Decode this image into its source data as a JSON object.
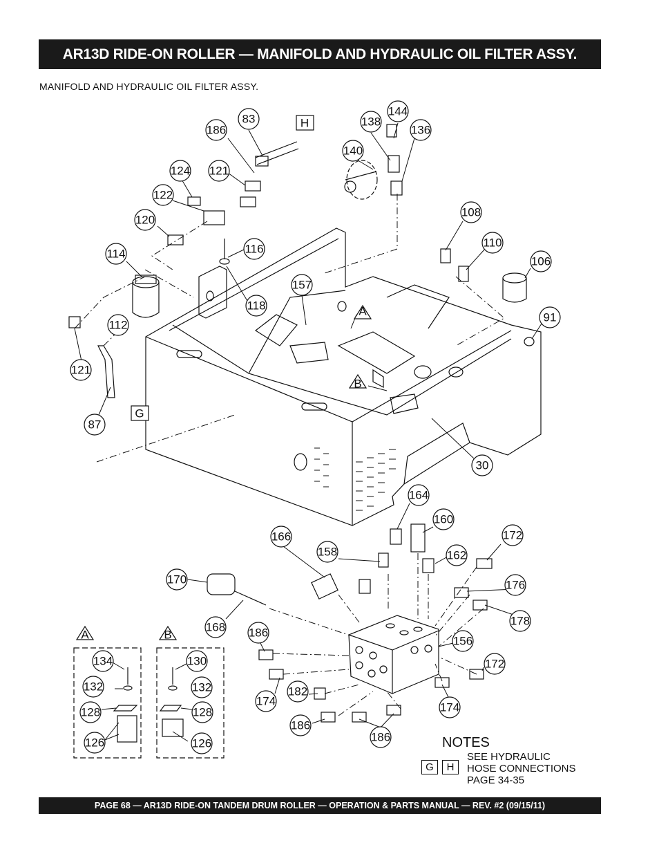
{
  "header": {
    "title": "AR13D RIDE-ON ROLLER — MANIFOLD AND HYDRAULIC OIL FILTER ASSY."
  },
  "section": {
    "subtitle": "MANIFOLD AND HYDRAULIC OIL FILTER ASSY."
  },
  "callouts": {
    "c83": "83",
    "c186a": "186",
    "cH": "H",
    "c124": "124",
    "c121a": "121",
    "c122": "122",
    "c120": "120",
    "c114": "114",
    "c116": "116",
    "c118": "118",
    "c112": "112",
    "c121b": "121",
    "c87": "87",
    "cG": "G",
    "c138": "138",
    "c144": "144",
    "c136": "136",
    "c140": "140",
    "c108": "108",
    "c110": "110",
    "c106": "106",
    "c157": "157",
    "cA": "A",
    "cB": "B",
    "c91": "91",
    "c30": "30",
    "c164": "164",
    "c160": "160",
    "c172a": "172",
    "c166": "166",
    "c158": "158",
    "c162": "162",
    "c170": "170",
    "c176": "176",
    "c178": "178",
    "c168": "168",
    "c186b": "186",
    "c156": "156",
    "c172b": "172",
    "c174a": "174",
    "c182": "182",
    "c174b": "174",
    "c186c": "186",
    "c186d": "186",
    "insetA": "A",
    "insetB": "B",
    "c134": "134",
    "c132a": "132",
    "c128a": "128",
    "c126a": "126",
    "c130": "130",
    "c132b": "132",
    "c128b": "128",
    "c126b": "126"
  },
  "notes": {
    "title": "NOTES",
    "box_g": "G",
    "box_h": "H",
    "line1": "SEE HYDRAULIC",
    "line2": "HOSE CONNECTIONS",
    "line3": "PAGE 34-35"
  },
  "footer": {
    "text": "PAGE 68 — AR13D RIDE-ON TANDEM DRUM ROLLER — OPERATION & PARTS MANUAL — REV. #2 (09/15/11)"
  }
}
